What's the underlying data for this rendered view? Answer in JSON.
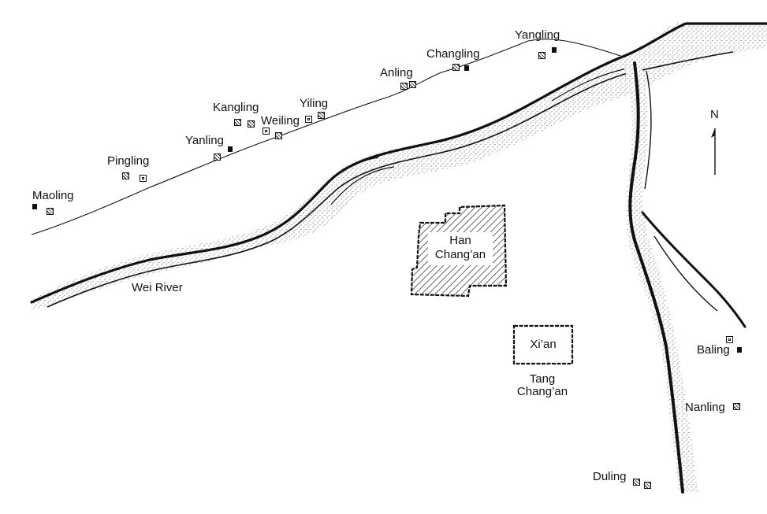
{
  "labels": {
    "maoling": "Maoling",
    "pingling": "Pingling",
    "yanling": "Yanling",
    "kangling": "Kangling",
    "weiling": "Weiling",
    "yiling": "Yiling",
    "anling": "Anling",
    "changling": "Changling",
    "yangling": "Yangling",
    "wei_river": "Wei River",
    "han_changan_1": "Han",
    "han_changan_2": "Chang’an",
    "xian": "Xi’an",
    "tang_changan_1": "Tang",
    "tang_changan_2": "Chang’an",
    "baling": "Baling",
    "nanling": "Nanling",
    "duling": "Duling",
    "north": "N"
  },
  "colors": {
    "ink": "#111111",
    "background": "#ffffff"
  }
}
